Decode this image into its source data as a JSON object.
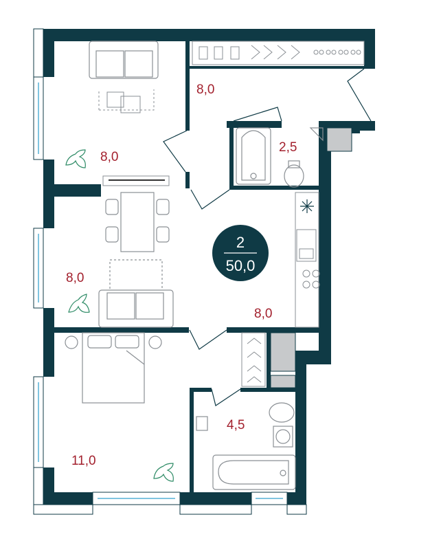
{
  "plan": {
    "rooms_count": "2",
    "total_area": "50,0",
    "rooms": [
      {
        "id": "living",
        "area": "8,0"
      },
      {
        "id": "hall",
        "area": "8,0"
      },
      {
        "id": "bathroom-small",
        "area": "2,5"
      },
      {
        "id": "kitchen-dining",
        "area": "8,0"
      },
      {
        "id": "kitchen",
        "area": "8,0"
      },
      {
        "id": "bathroom",
        "area": "4,5"
      },
      {
        "id": "bedroom",
        "area": "11,0"
      }
    ]
  },
  "colors": {
    "wall": "#0f3a45",
    "area_text": "#a3212e",
    "furniture": "#8a8f94",
    "window": "#7fc4e0",
    "plant": "#2e8b66",
    "shaft": "#c7c9cb"
  }
}
